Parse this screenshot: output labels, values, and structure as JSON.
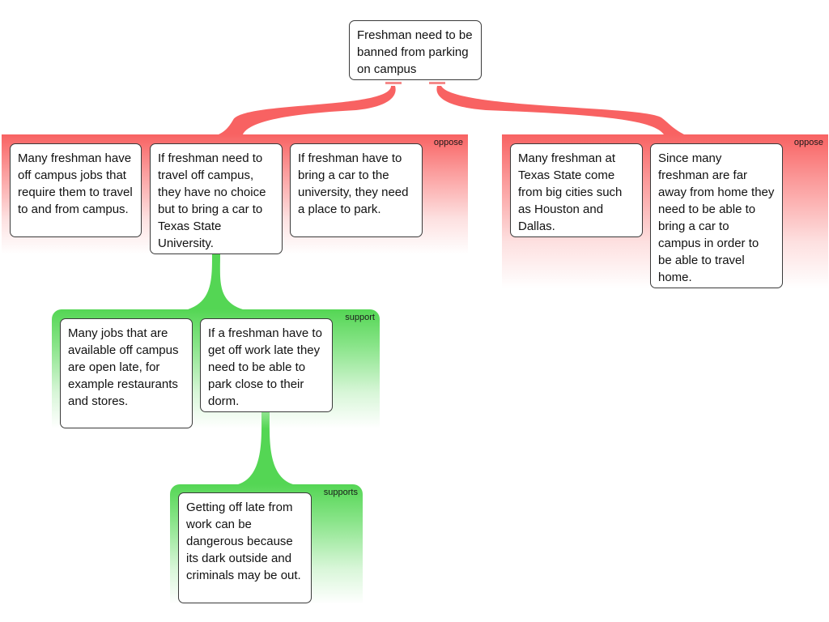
{
  "colors": {
    "oppose": "#f86262",
    "support": "#54d654",
    "node_border": "#3a3a3a"
  },
  "root": {
    "text": "Freshman need to be banned from parking on campus"
  },
  "groups": {
    "oppose_left": {
      "label": "oppose",
      "nodes": [
        "Many freshman have off campus jobs that require them to travel to and from campus.",
        "If freshman need to travel off campus, they have no choice but to bring a car to Texas State University.",
        "If freshman have to bring a car to the university, they need a place to park."
      ]
    },
    "oppose_right": {
      "label": "oppose",
      "nodes": [
        "Many freshman at Texas State come from big cities such as Houston and Dallas.",
        "Since many freshman are far away from home they need to be able to bring a car to campus in order to be able to travel home."
      ]
    },
    "support": {
      "label": "support",
      "nodes": [
        "Many jobs that are available off campus are open late, for example restaurants and stores.",
        "If a freshman have to get off work late they need to be able to park close to their dorm."
      ]
    },
    "supports": {
      "label": "supports",
      "nodes": [
        "Getting off late from work can be dangerous because its dark outside and criminals may be out."
      ]
    }
  }
}
